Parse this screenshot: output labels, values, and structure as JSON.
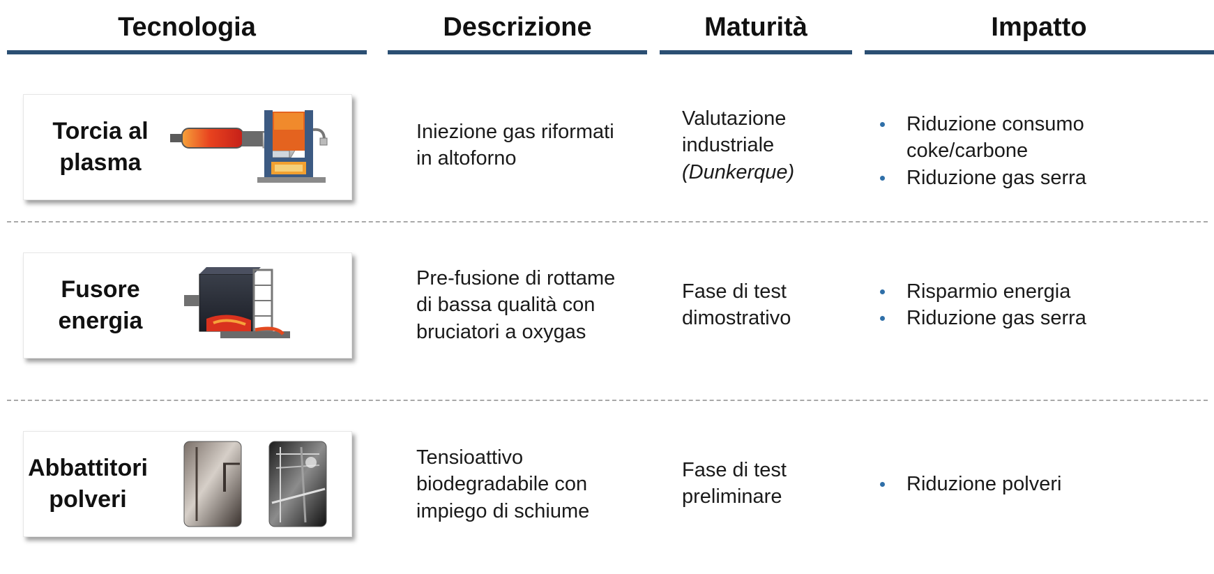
{
  "header": {
    "technology": "Tecnologia",
    "description": "Descrizione",
    "maturity": "Maturità",
    "impact": "Impatto"
  },
  "colors": {
    "header_rule": "#2b4f73",
    "bullet": "#2f6fa8",
    "divider": "#a8a8a8"
  },
  "rows": [
    {
      "tech_line1": "Torcia al",
      "tech_line2": "plasma",
      "image": "plasma-torch-furnace-illustration",
      "desc_line1": "Iniezione gas riformati",
      "desc_line2": "in altoforno",
      "mat_line1": "Valutazione",
      "mat_line2": "industriale",
      "mat_line3": "(Dunkerque)",
      "impact": [
        "Riduzione consumo coke/carbone",
        "Riduzione gas serra"
      ]
    },
    {
      "tech_line1": "Fusore",
      "tech_line2": "energia",
      "image": "scrap-melter-illustration",
      "desc_line1": "Pre-fusione di rottame",
      "desc_line2": "di bassa qualità con",
      "desc_line3": "bruciatori a oxygas",
      "mat_line1": "Fase di test",
      "mat_line2": "dimostrativo",
      "impact": [
        "Risparmio energia",
        "Riduzione gas serra"
      ]
    },
    {
      "tech_line1": "Abbattitori",
      "tech_line2": "polveri",
      "image": "dust-suppression-photos",
      "desc_line1": "Tensioattivo",
      "desc_line2": "biodegradabile con",
      "desc_line3": "impiego di schiume",
      "mat_line1": "Fase di test",
      "mat_line2": "preliminare",
      "impact": [
        "Riduzione polveri"
      ]
    }
  ]
}
